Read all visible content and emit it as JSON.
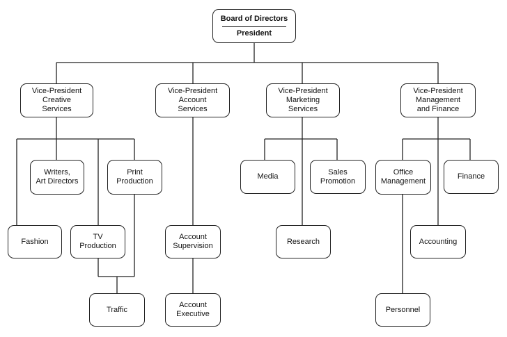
{
  "root": {
    "line1": "Board of Directors",
    "line2": "President"
  },
  "vps": {
    "creative": [
      "Vice-President",
      "Creative",
      "Services"
    ],
    "account": [
      "Vice-President",
      "Account",
      "Services"
    ],
    "marketing": [
      "Vice-President",
      "Marketing",
      "Services"
    ],
    "management": [
      "Vice-President",
      "Management",
      "and Finance"
    ]
  },
  "depts": {
    "writers": [
      "Writers,",
      "Art Directors"
    ],
    "print": [
      "Print",
      "Production"
    ],
    "fashion": [
      "Fashion"
    ],
    "tv": [
      "TV",
      "Production"
    ],
    "traffic": [
      "Traffic"
    ],
    "supervision": [
      "Account",
      "Supervision"
    ],
    "executive": [
      "Account",
      "Executive"
    ],
    "media": [
      "Media"
    ],
    "sales": [
      "Sales",
      "Promotion"
    ],
    "research": [
      "Research"
    ],
    "office": [
      "Office",
      "Management"
    ],
    "finance": [
      "Finance"
    ],
    "accounting": [
      "Accounting"
    ],
    "personnel": [
      "Personnel"
    ]
  }
}
